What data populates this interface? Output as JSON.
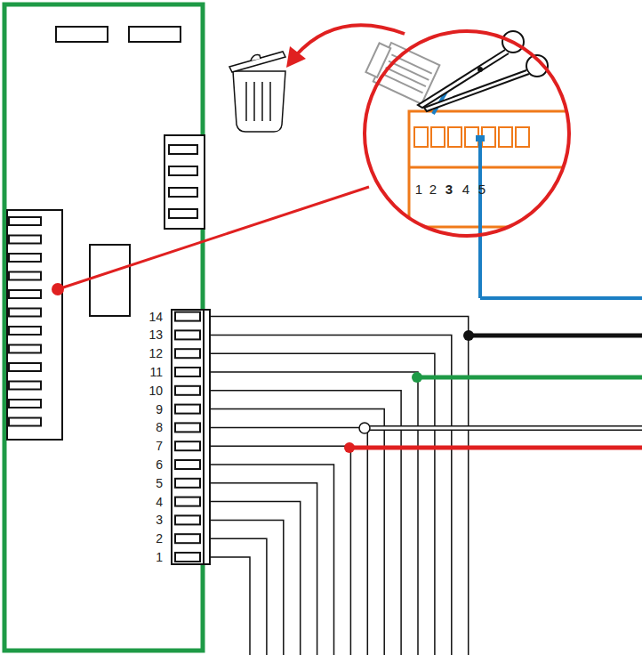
{
  "diagram": {
    "labels": [
      "14",
      "13",
      "12",
      "11",
      "10",
      "9",
      "8",
      "7",
      "6",
      "5",
      "4",
      "3",
      "2",
      "1",
      "1",
      "2",
      "3",
      "4",
      "5"
    ]
  }
}
